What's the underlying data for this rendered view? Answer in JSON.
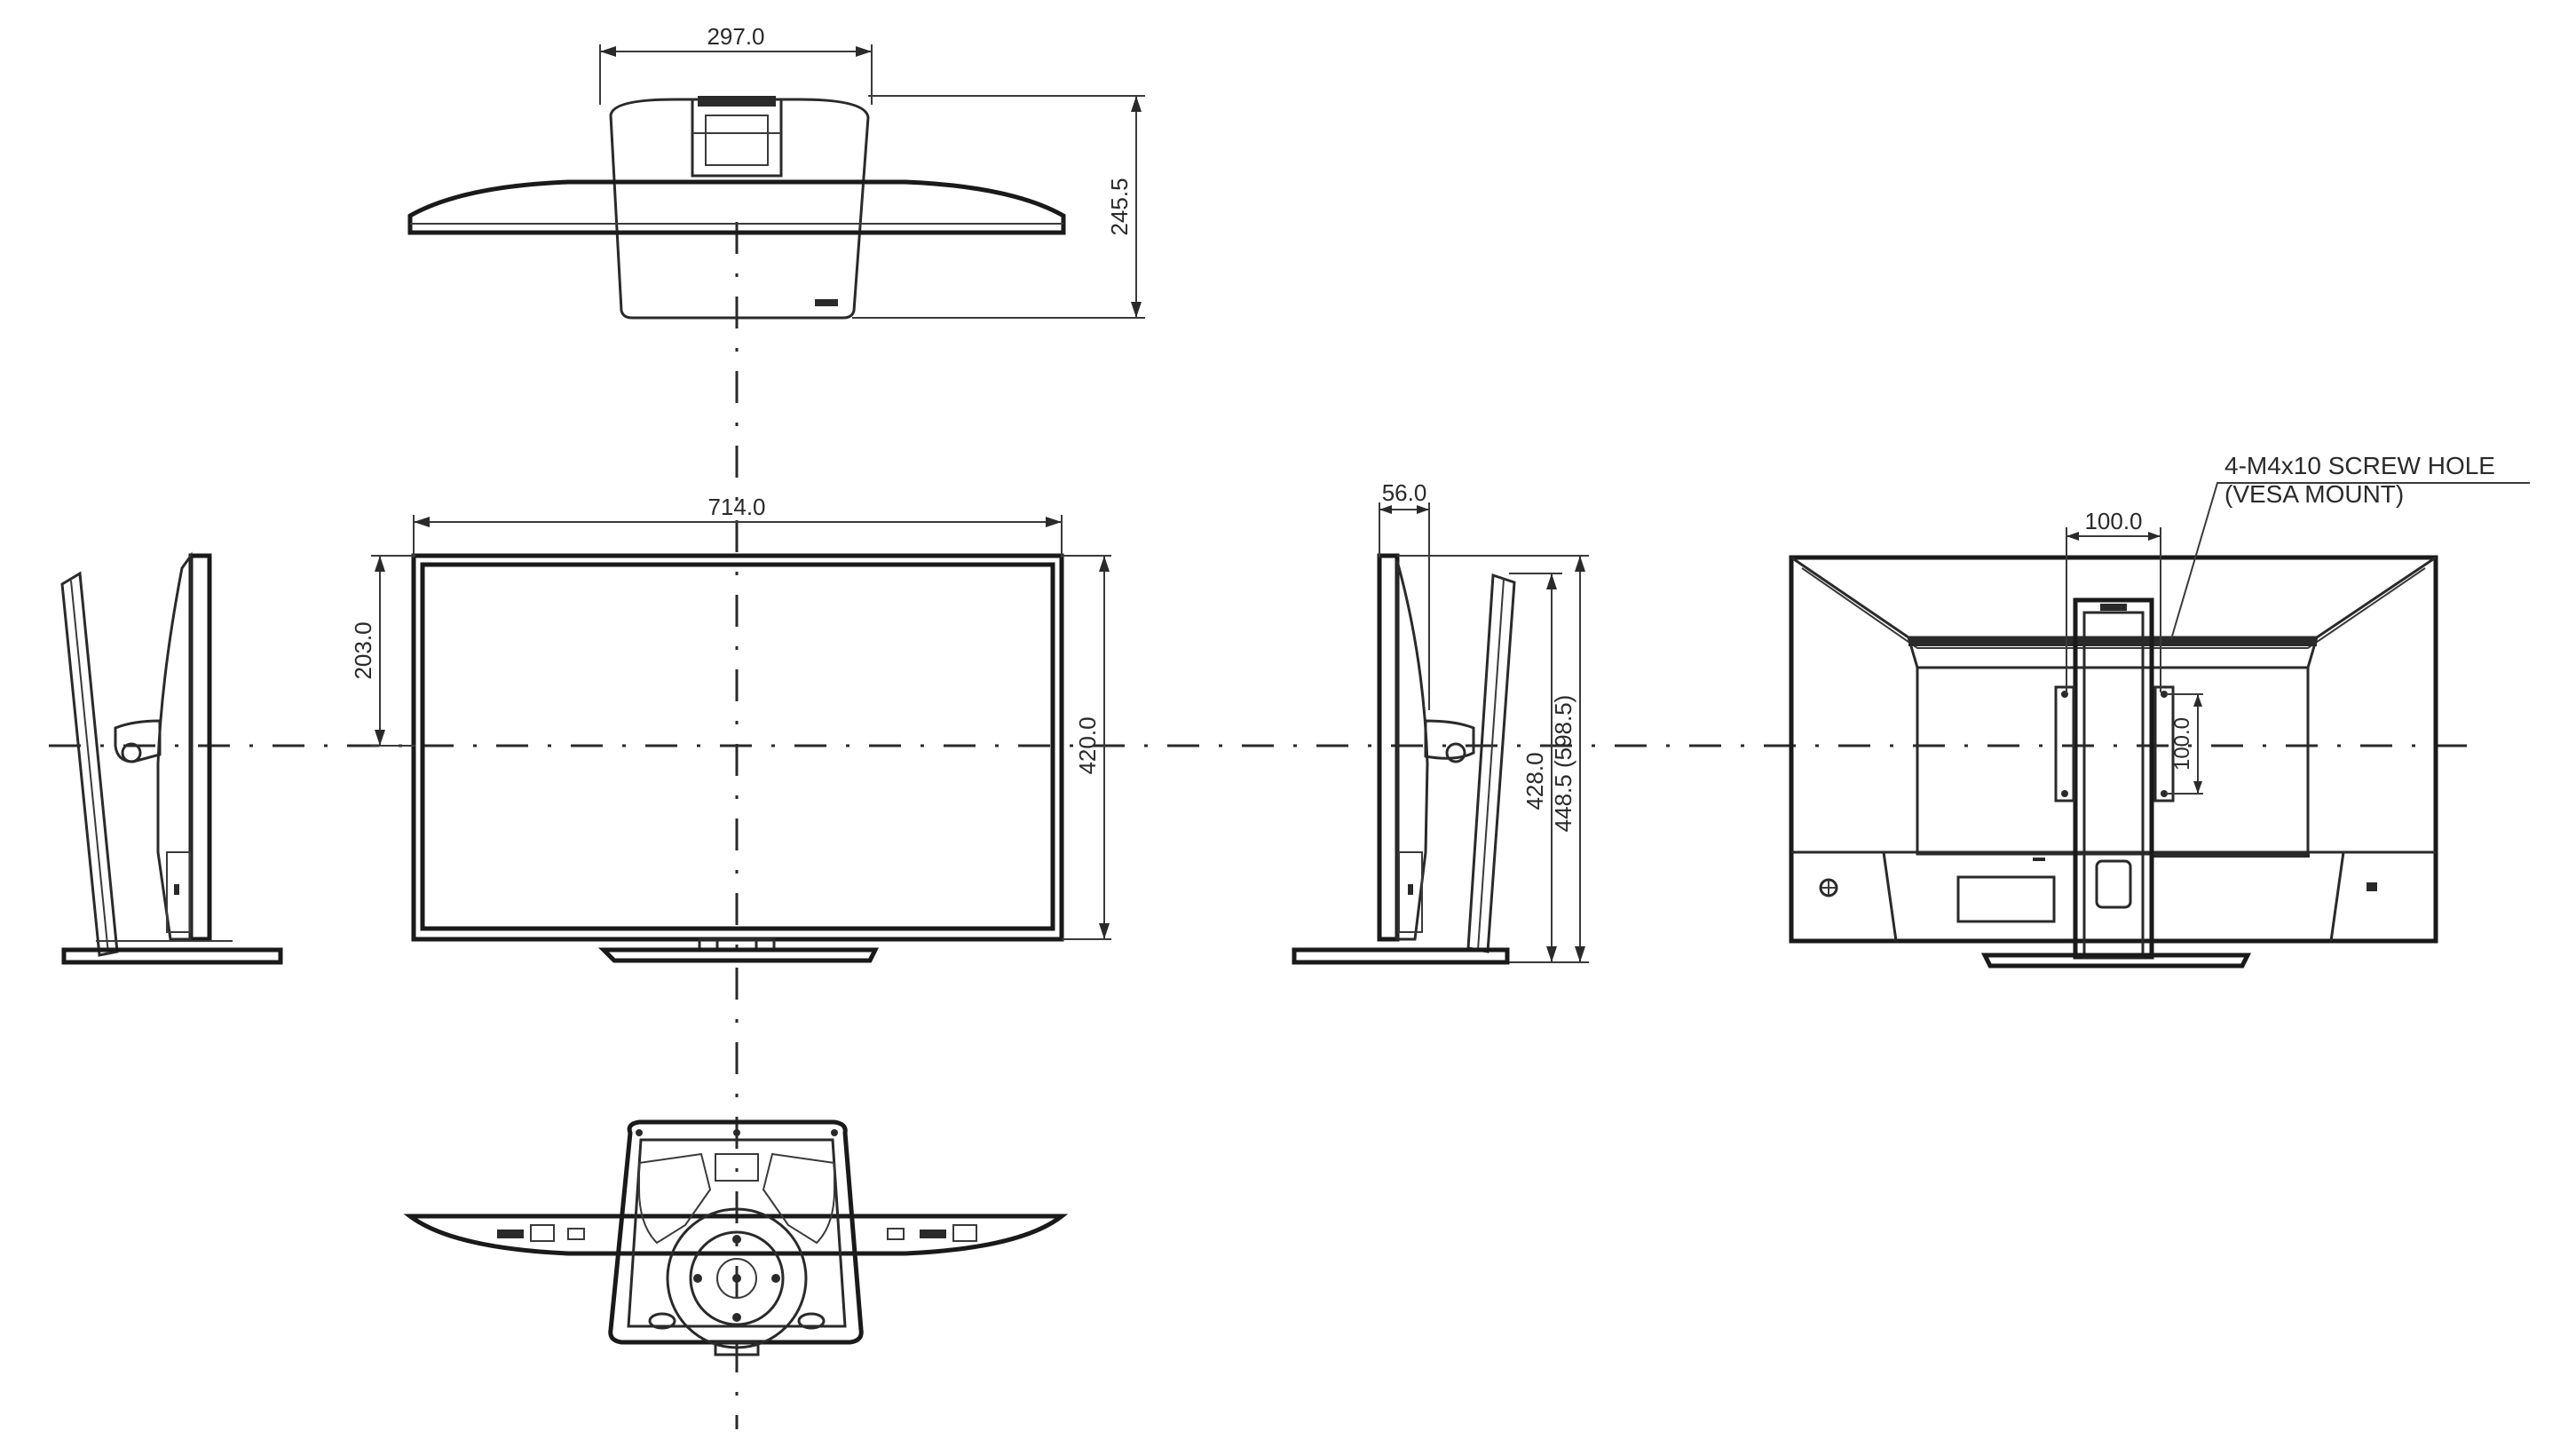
{
  "dimensions": {
    "top_view_width": "297.0",
    "top_view_depth": "245.5",
    "front_width": "714.0",
    "front_height": "420.0",
    "front_upper_height": "203.0",
    "side_depth": "56.0",
    "side_height_min": "428.0",
    "side_height_max": "448.5 (598.5)",
    "vesa_horizontal": "100.0",
    "vesa_vertical": "100.0"
  },
  "annotations": {
    "screw_hole_line1": "4-M4x10 SCREW HOLE",
    "screw_hole_line2": "(VESA MOUNT)"
  },
  "colors": {
    "line": "#2a2a2a",
    "background": "#ffffff"
  }
}
